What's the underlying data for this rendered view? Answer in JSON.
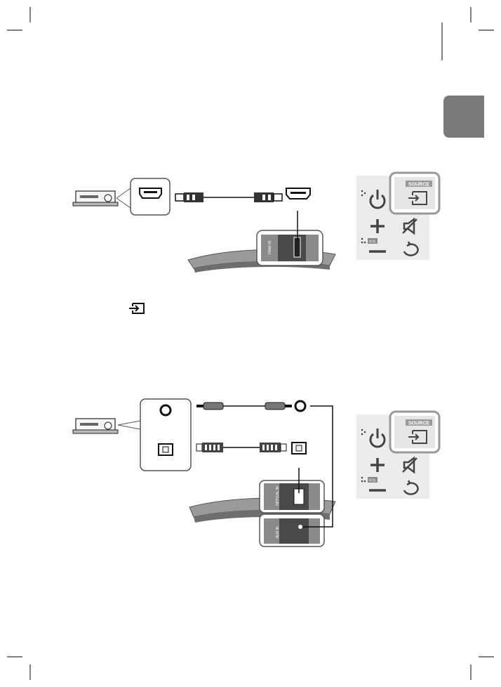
{
  "diagram1": {
    "remote": {
      "source_label": "SOURCE",
      "vol_label": "VOL"
    },
    "port_label": "HDMI IN"
  },
  "diagram2": {
    "remote": {
      "source_label": "SOURCE",
      "vol_label": "VOL"
    },
    "port_label_optical": "OPTICAL IN",
    "port_label_aux": "AUX IN"
  },
  "icons": {
    "source_inline_icon": "source-input-icon"
  }
}
